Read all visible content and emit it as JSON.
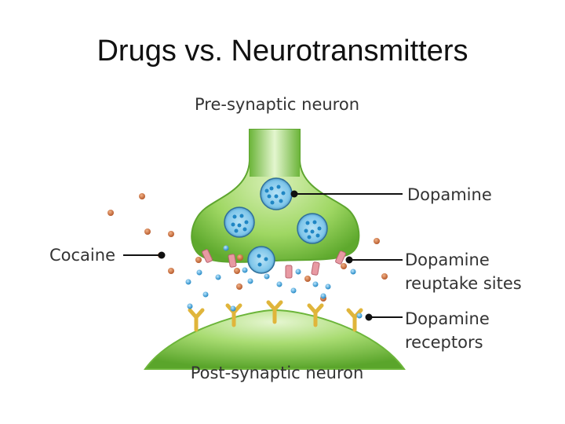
{
  "slide": {
    "title": "Drugs vs. Neurotransmitters"
  },
  "diagram": {
    "labels": {
      "pre_synaptic": "Pre-synaptic neuron",
      "post_synaptic": "Post-synaptic neuron",
      "dopamine": "Dopamine",
      "cocaine": "Cocaine",
      "reuptake_line1": "Dopamine",
      "reuptake_line2": "reuptake sites",
      "receptors_line1": "Dopamine",
      "receptors_line2": "receptors"
    },
    "colors": {
      "neuron_green": "#8ccd4d",
      "neuron_dark": "#5aa52b",
      "vesicle_blue": "#3aa3d8",
      "cocaine_orange": "#c8703a",
      "reuptake_pink": "#e89aa3",
      "receptor_yellow": "#e8c34a"
    }
  }
}
